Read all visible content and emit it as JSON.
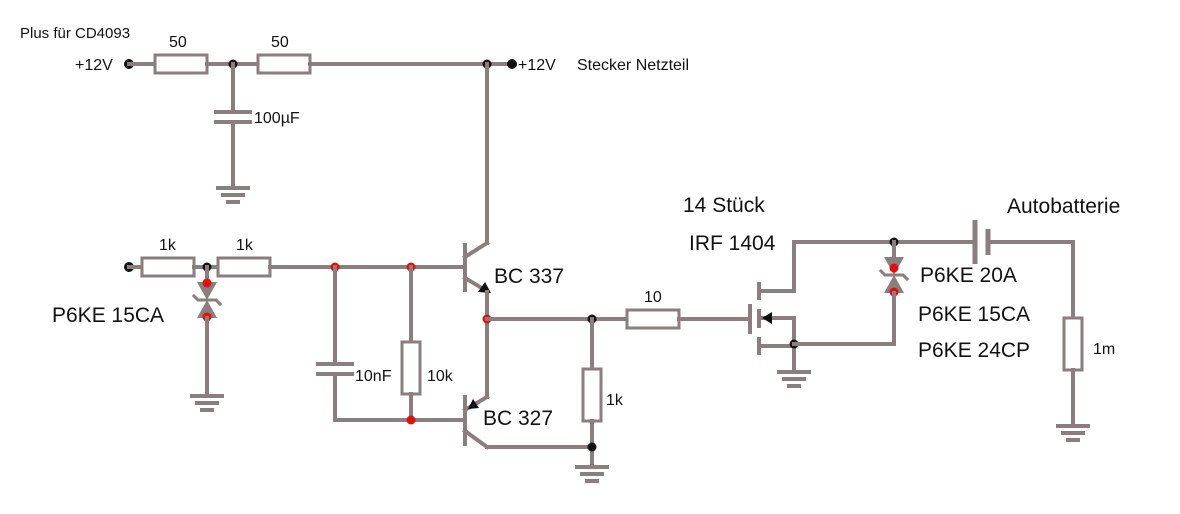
{
  "labels": {
    "plus_cd4093": "Plus für CD4093",
    "plus12v_left": "+12V",
    "r_top1": "50",
    "r_top2": "50",
    "plus12v_right": "+12V",
    "stecker": "Stecker Netzteil",
    "cap_100": "100µF",
    "r_in1": "1k",
    "r_in2": "1k",
    "zener_in": "P6KE 15CA",
    "cap_10n": "10nF",
    "r_10k": "10k",
    "q1": "BC 337",
    "q2": "BC 327",
    "r_10": "10",
    "r_1k_out": "1k",
    "mosfet_count": "14 Stück",
    "mosfet_type": "IRF 1404",
    "zener_out_1": "P6KE 20A",
    "zener_out_2": "P6KE 15CA",
    "zener_out_3": "P6KE 24CP",
    "battery": "Autobatterie",
    "r_1m": "1m"
  },
  "colors": {
    "wire": "#8a7f7e",
    "junction_black": "#111111",
    "junction_red": "#e01010"
  }
}
